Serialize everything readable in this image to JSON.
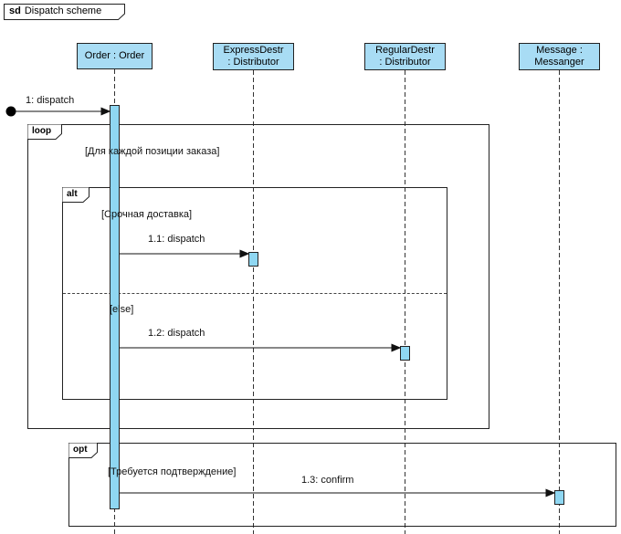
{
  "title": {
    "keyword": "sd",
    "text": "Dispatch scheme"
  },
  "lifelines": [
    {
      "lines": [
        "Order : Order",
        ""
      ]
    },
    {
      "lines": [
        "ExpressDestr",
        ": Distributor"
      ]
    },
    {
      "lines": [
        "RegularDestr",
        ": Distributor"
      ]
    },
    {
      "lines": [
        "Message :",
        "Messanger"
      ]
    }
  ],
  "frames": {
    "loop": {
      "label": "loop",
      "guard": "[Для каждой позиции заказа]"
    },
    "alt": {
      "label": "alt",
      "guard_if": "[Срочная доставка]",
      "guard_else": "[else]"
    },
    "opt": {
      "label": "opt",
      "guard": "[Требуется подтверждение]"
    }
  },
  "messages": {
    "m1": "1: dispatch",
    "m1_1": "1.1: dispatch",
    "m1_2": "1.2: dispatch",
    "m1_3": "1.3: confirm"
  },
  "colors": {
    "lifeline_head_fill": "#A8DCF4",
    "activation_fill": "#8FD7F2"
  }
}
